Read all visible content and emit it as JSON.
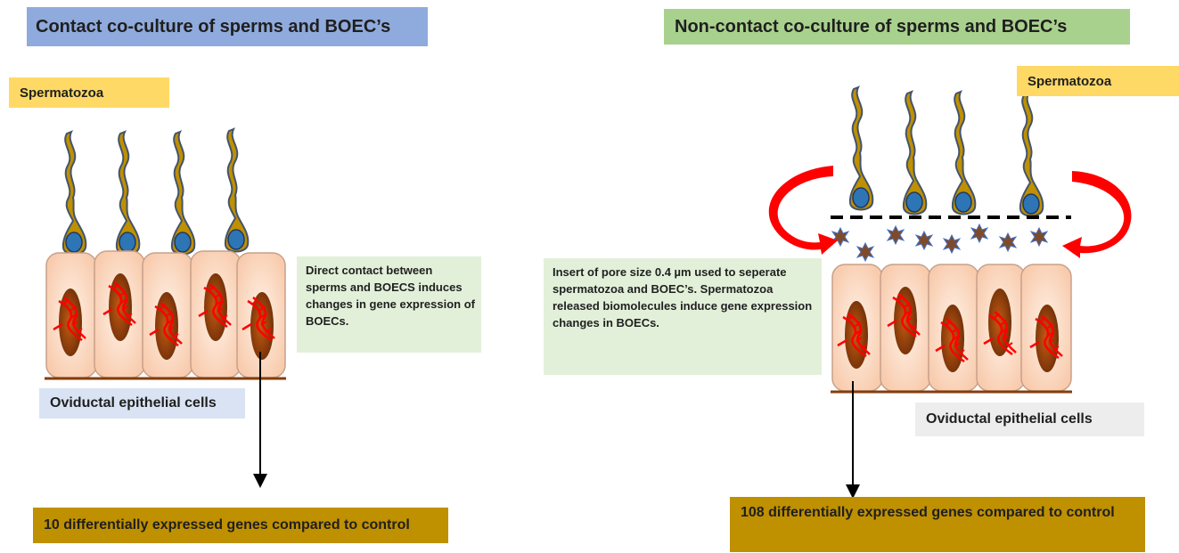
{
  "left_panel": {
    "title": "Contact co-culture of sperms and BOEC’s",
    "sperm_label": "Spermatozoa",
    "note": "Direct contact between sperms and BOECS induces changes in gene expression of BOECs.",
    "cells_label": "Oviductal epithelial cells",
    "result": "10 differentially expressed genes compared to control"
  },
  "right_panel": {
    "title": "Non-contact co-culture of sperms and BOEC’s",
    "sperm_label": "Spermatozoa",
    "note": "Insert of pore size 0.4 µm used to seperate spermatozoa and BOEC’s. Spermatozoa released biomolecules induce gene expression changes in BOECs.",
    "cells_label": "Oviductal epithelial cells",
    "result": "108 differentially expressed genes compared to control"
  },
  "colors": {
    "title_left_bg": "#8faadc",
    "title_right_bg": "#a9d18e",
    "label_bg": "#ffd966",
    "note_bg": "#e2f0d9",
    "cells_label_left_bg": "#dae3f3",
    "cells_label_right_bg": "#ededed",
    "result_bg": "#bf9000",
    "sperm_body": "#bf9000",
    "sperm_nucleus": "#2e75b6",
    "cell_fill": "#fbe5d6",
    "cell_nucleus": "#843c0c",
    "dna": "#ff0000",
    "curved_arrow": "#ff0000",
    "biomolecule": "#7f4a2a"
  }
}
